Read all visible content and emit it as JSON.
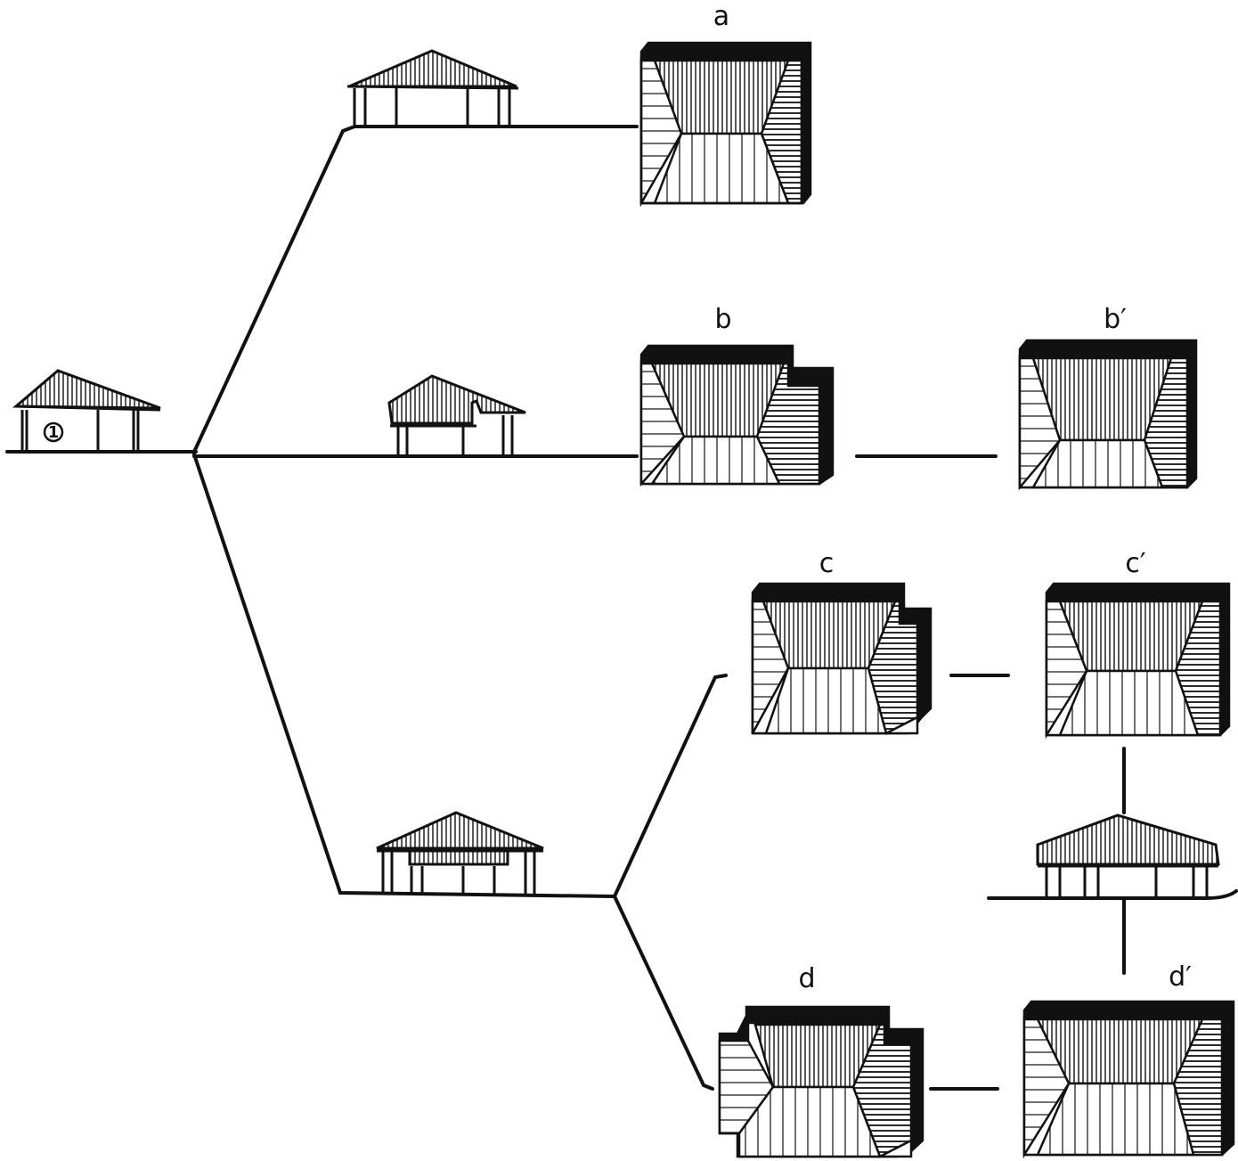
{
  "diagram": {
    "origin_house": {
      "number_label": "1"
    },
    "plan_labels": {
      "a": "a",
      "b": "b",
      "b_prime": "b′",
      "c": "c",
      "c_prime": "c′",
      "d": "d",
      "d_prime": "d′"
    },
    "colors": {
      "ink": "#111111",
      "paper": "#ffffff"
    }
  }
}
